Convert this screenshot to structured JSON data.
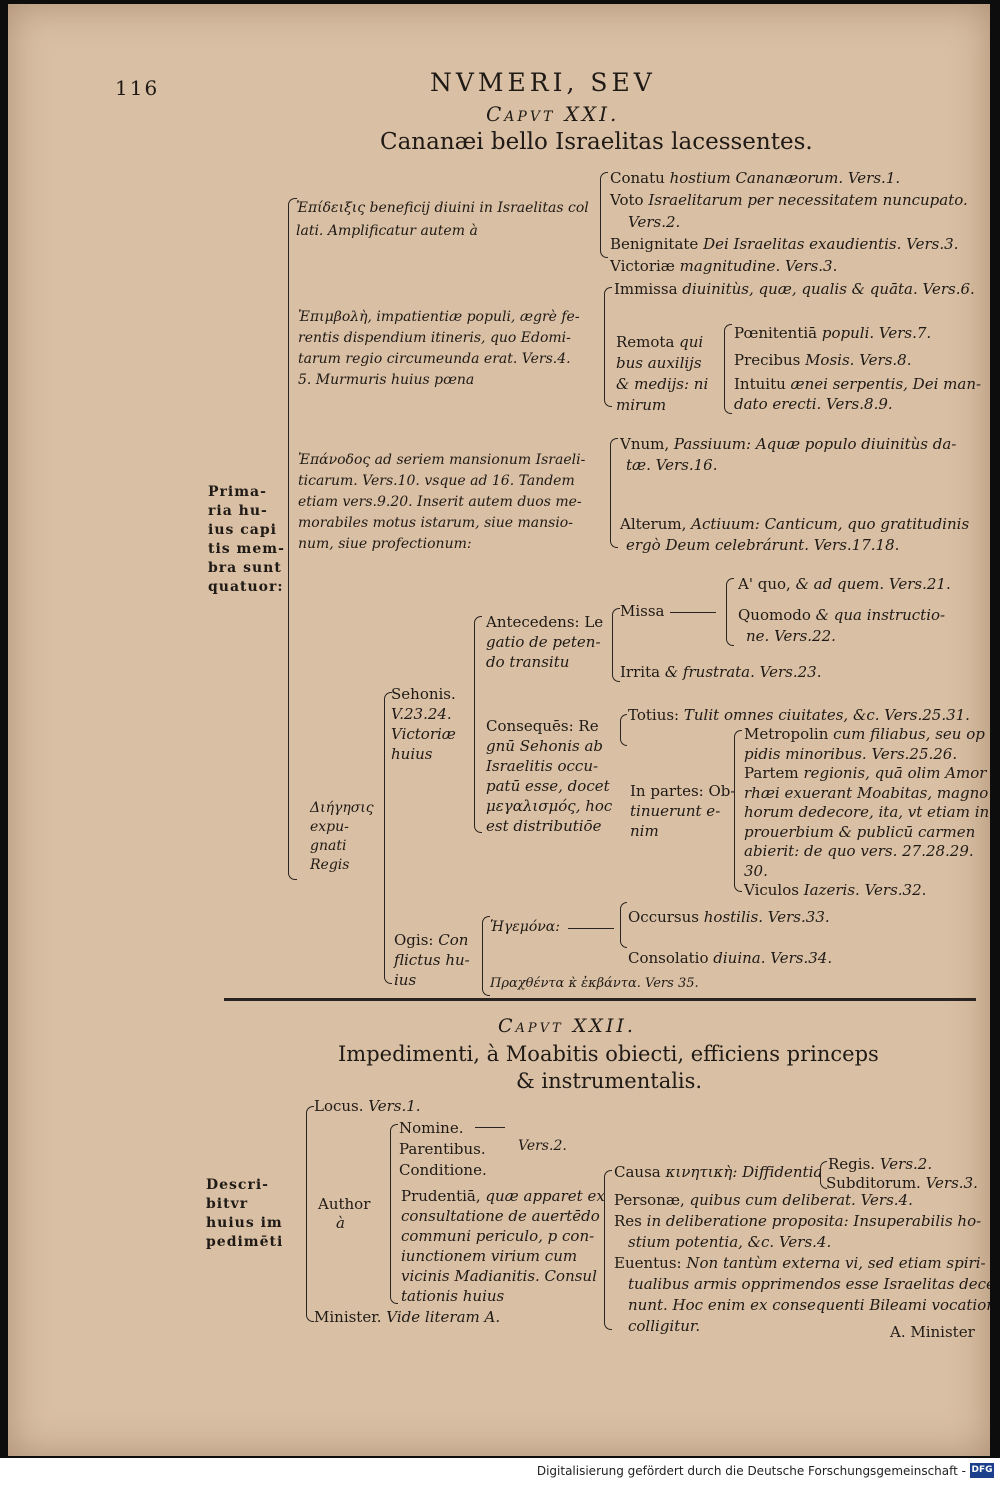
{
  "page_number": "116",
  "running_head": "NVMERI, SEV",
  "chapter21": {
    "caput": "Capvt XXI.",
    "title": "Cananæi bello Israelitas lacessentes.",
    "primaria": [
      "Prima-",
      "ria hu-",
      "ius capi",
      "tis mem-",
      "bra sunt",
      "quatuor:"
    ],
    "ep1": [
      "Ἐπίδειξις beneficij diuini in Israelitas col",
      "lati. Amplificatur autem à"
    ],
    "ep1_items": [
      [
        "Conatu ",
        "hostium Cananæorum. Vers.1."
      ],
      [
        "Voto ",
        "Israelitarum per necessitatem nuncupato."
      ],
      [
        "",
        "Vers.2."
      ],
      [
        "Benignitate ",
        "Dei Israelitas exaudientis. Vers.3."
      ],
      [
        "Victoriæ ",
        "magnitudine. Vers.3."
      ]
    ],
    "ep2": [
      "Ἐπιμβολὴ, impatientiæ populi, ægrè fe-",
      "rentis dispendium itineris, quo Edomi-",
      "tarum regio circumeunda erat. Vers.4.",
      "5. Murmuris huius pœna"
    ],
    "ep2_immissa": [
      "Immissa ",
      "diuinitùs, quæ, qualis & quāta. Vers.6."
    ],
    "ep2_remota": [
      "Remota qui",
      "bus auxilijs",
      "& medijs: ni",
      "mirum"
    ],
    "ep2_remota_items": [
      [
        "Pœnitentiā ",
        "populi. Vers.7."
      ],
      [
        "Precibus ",
        "Mosis. Vers.8."
      ],
      [
        "Intuitu ",
        "ænei serpentis, Dei man-"
      ],
      [
        "",
        "dato erecti. Vers.8.9."
      ]
    ],
    "ep3": [
      "Ἐπάνοδος ad seriem mansionum Israeli-",
      "ticarum. Vers.10. vsque ad 16. Tandem",
      "etiam vers.9.20. Inserit autem duos me-",
      "morabiles motus istarum, siue mansio-",
      "num, siue profectionum:"
    ],
    "ep3_items": [
      [
        "Vnum, ",
        "Passiuum: Aquæ populo diuinitùs da-"
      ],
      [
        "",
        "tæ. Vers.16."
      ],
      [
        "Alterum, ",
        "Actiuum: Canticum, quo gratitudinis"
      ],
      [
        "",
        "ergò Deum celebrárunt. Vers.17.18."
      ]
    ],
    "diegesis": [
      "Διήγησις",
      "expu-",
      "gnati",
      "Regis"
    ],
    "sehonis": [
      "Sehonis.",
      "V.23.24.",
      "Victoriæ",
      "huius"
    ],
    "antecedens": [
      "Antecedens: Le",
      "gatio de peten-",
      "do transitu"
    ],
    "missa": "Missa",
    "missa_items": [
      [
        "A' quo, ",
        "& ad quem. Vers.21."
      ],
      [
        "Quomodo ",
        "& qua instructio-"
      ],
      [
        "",
        "ne. Vers.22."
      ]
    ],
    "irrita": [
      "Irrita ",
      "& frustrata. Vers.23."
    ],
    "consequens": [
      "Consequēs: Re",
      "gnū Sehonis ab",
      "Israelitis occu-",
      "patū esse, docet",
      "μεγαλισμός, hoc",
      "est distributiōe"
    ],
    "totius": [
      "Totius: ",
      "Tulit omnes ciuitates, &c. Vers.25.31."
    ],
    "in_partes": [
      "In partes: Ob-",
      "tinuerunt e-",
      "nim"
    ],
    "partes_items": [
      [
        "Metropolin ",
        "cum filiabus, seu op"
      ],
      [
        "",
        "pidis minoribus. Vers.25.26."
      ],
      [
        "Partem ",
        "regionis, quā olim Amor"
      ],
      [
        "",
        "rhæi exuerant Moabitas, magno"
      ],
      [
        "",
        "horum dedecore, ita, vt etiam in"
      ],
      [
        "",
        "prouerbium & publicū carmen"
      ],
      [
        "",
        "abierit: de quo vers. 27.28.29."
      ],
      [
        "",
        "30."
      ],
      [
        "Viculos ",
        "Iazeris. Vers.32."
      ]
    ],
    "ogis": [
      "Ogis: Con",
      "flictus hu-",
      "ius"
    ],
    "hegemon": "Ἡγεμόνα:",
    "ogis_items": [
      [
        "Occursus ",
        "hostilis. Vers.33."
      ],
      [
        "Consolatio ",
        "diuina. Vers.34."
      ]
    ],
    "prachthenta": "Πραχθέντα κ̀ ἐκβάντα. Vers 35."
  },
  "chapter22": {
    "caput": "Capvt XXII.",
    "title1": "Impedimenti, à Moabitis obiecti, efficiens princeps",
    "title2": "& instrumentalis.",
    "describitur": [
      "Descri-",
      "bitvr",
      "huius im",
      "pedimēti"
    ],
    "locus": [
      "Locus. ",
      "Vers.1."
    ],
    "author": [
      "Author",
      "à"
    ],
    "nomine": "Nomine.",
    "parentibus": "Parentibus.",
    "conditione": "Conditione.",
    "vers2": "Vers.2.",
    "prudentia": [
      "Prudentiā, ",
      "quæ apparet ex",
      "consultatione de auertēdo",
      "communi periculo, p con-",
      "iunctionem virium cum",
      "vicinis Madianitis. Consul",
      "tationis huius"
    ],
    "causa": [
      "Causa ",
      "κινητικὴ: Diffidentia"
    ],
    "regis": [
      "Regis. ",
      "Vers.2."
    ],
    "subditorum": [
      "Subditorum. ",
      "Vers.3."
    ],
    "personae": [
      "Personæ, ",
      "quibus cum deliberat. Vers.4."
    ],
    "res": [
      "Res ",
      "in deliberatione proposita: Insuperabilis ho-",
      "stium potentia, &c. Vers.4."
    ],
    "euentus": [
      "Euentus: ",
      "Non tantùm externa vi, sed etiam spiri-",
      "tualibus armis opprimendos esse Israelitas decer-",
      "nunt. Hoc enim ex consequenti Bileami vocatione",
      "colligitur."
    ],
    "minister": [
      "Minister. ",
      "Vide literam A."
    ],
    "catchword": "A. Minister"
  },
  "footer": {
    "text": "Digitalisierung gefördert durch die Deutsche Forschungsgemeinschaft -",
    "logo": "DFG"
  }
}
